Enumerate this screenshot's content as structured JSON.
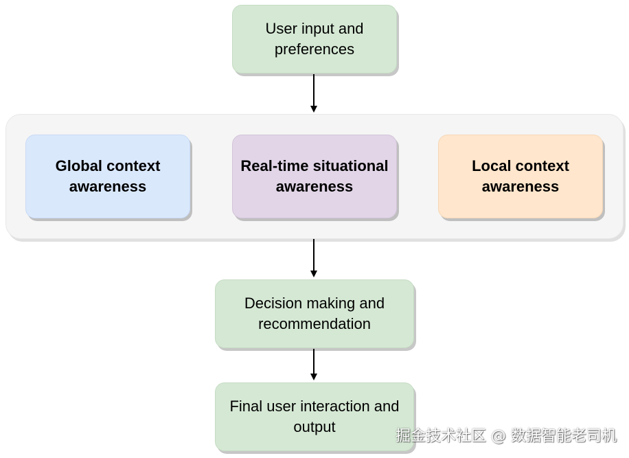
{
  "nodes": {
    "user_input": {
      "text": "User input and preferences"
    },
    "global_context": {
      "text": "Global context awareness"
    },
    "realtime_situational": {
      "text": "Real-time situational awareness"
    },
    "local_context": {
      "text": "Local context awareness"
    },
    "decision_making": {
      "text": "Decision making and recommendation"
    },
    "final_interaction": {
      "text": "Final user interaction and output"
    }
  },
  "colors": {
    "green": "#d5e8d4",
    "blue": "#dae8fc",
    "purple": "#e1d5e7",
    "orange": "#ffe6cc",
    "container": "#f5f5f5"
  },
  "watermark": {
    "text": "掘金技术社区 @ 数据智能老司机"
  }
}
